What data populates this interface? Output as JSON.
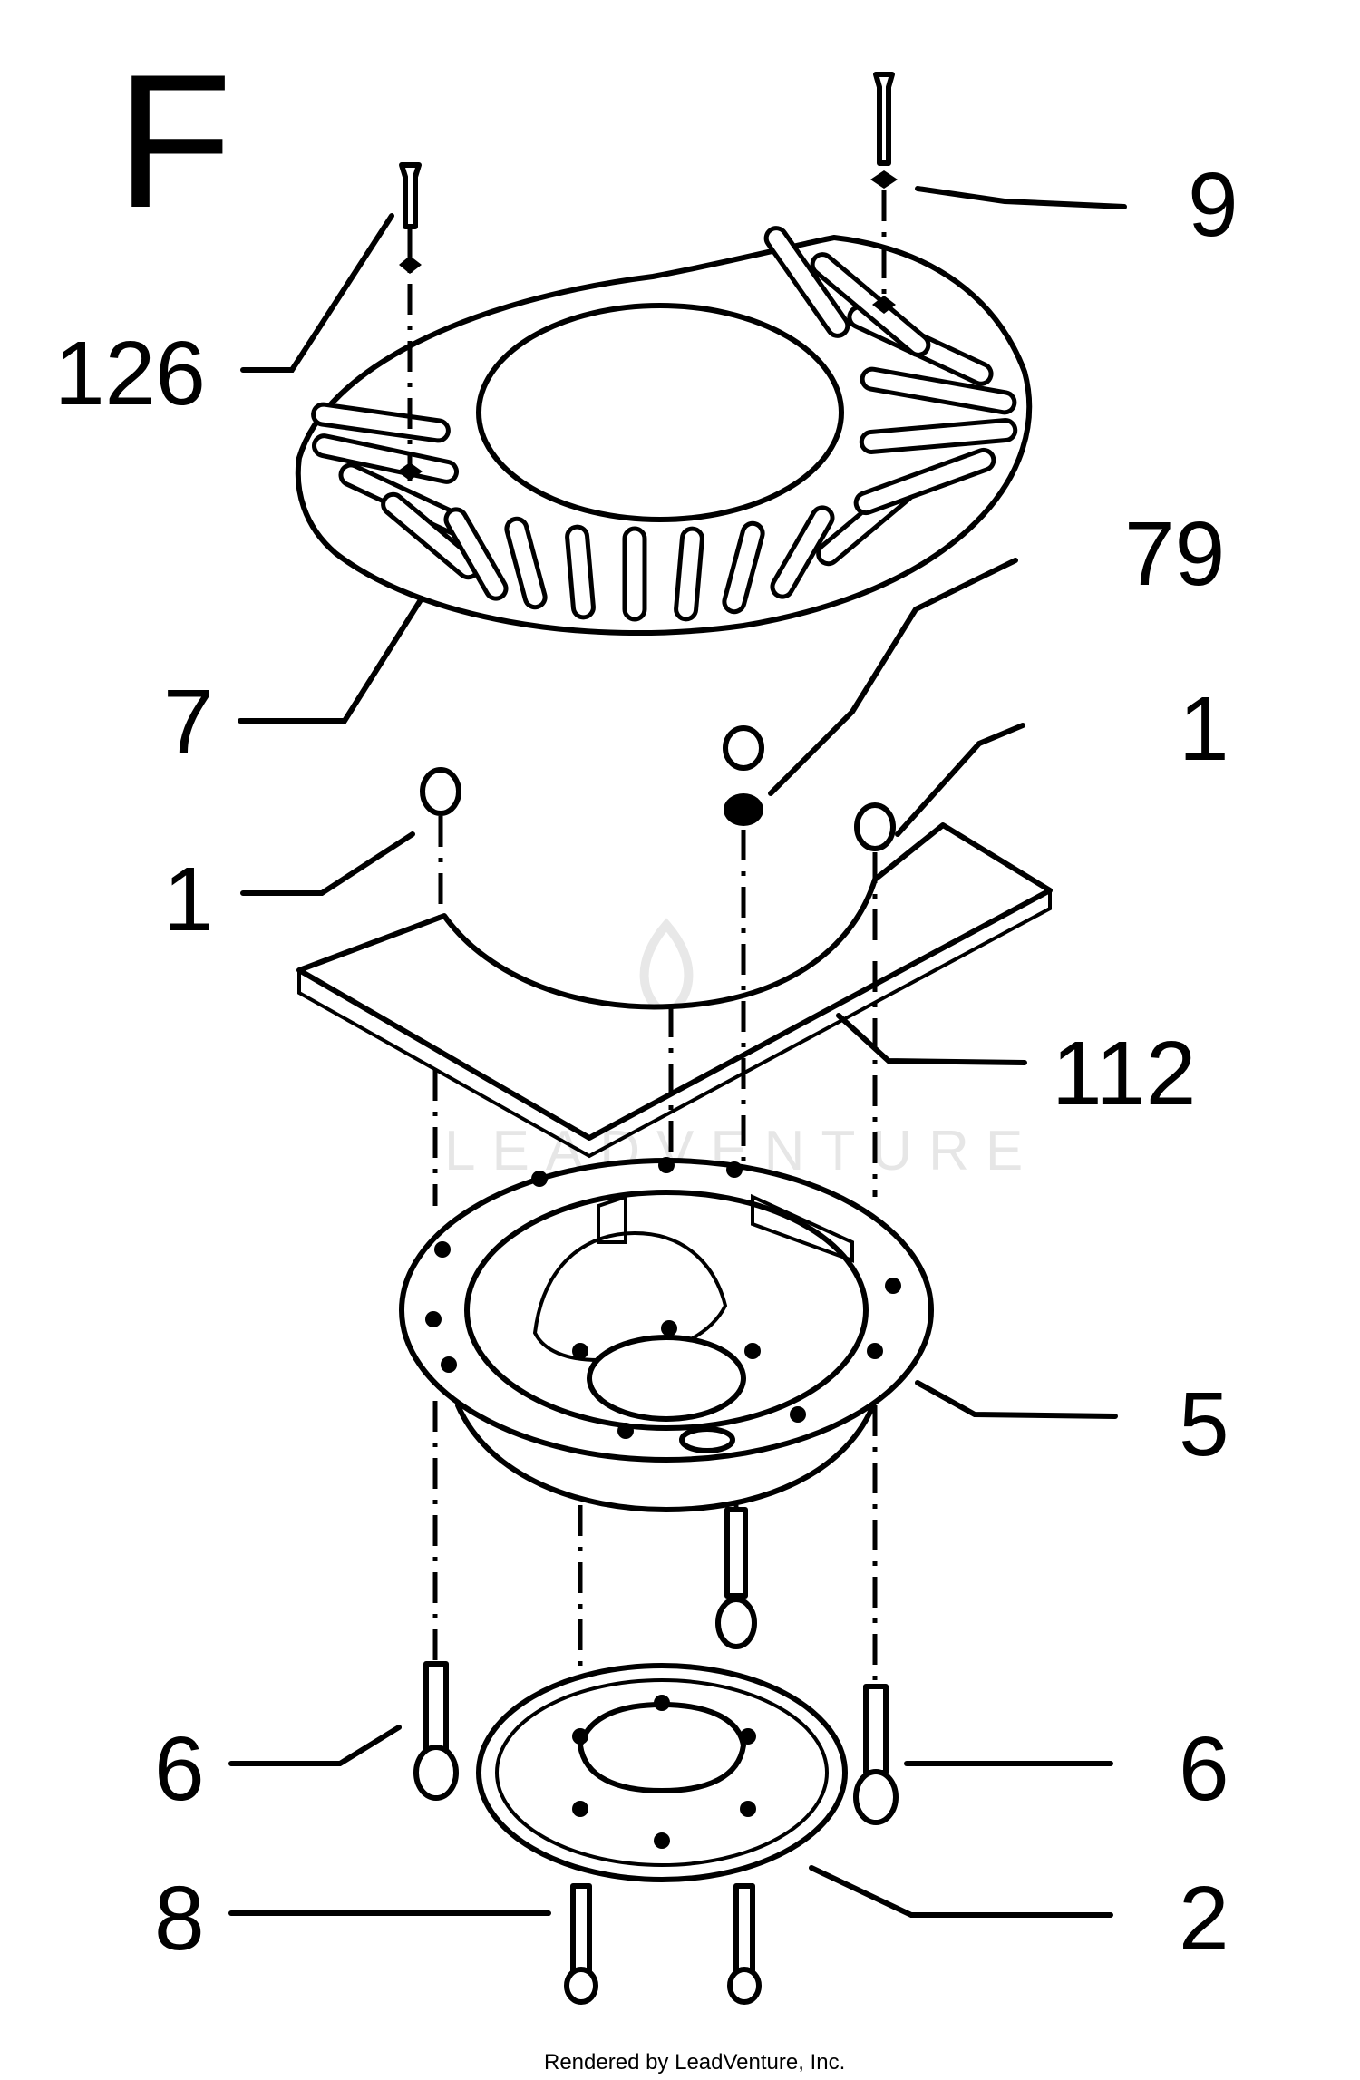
{
  "diagram": {
    "section_label": "F",
    "callouts": [
      {
        "id": "126",
        "text": "126"
      },
      {
        "id": "9",
        "text": "9"
      },
      {
        "id": "79",
        "text": "79"
      },
      {
        "id": "7",
        "text": "7"
      },
      {
        "id": "1-right",
        "text": "1"
      },
      {
        "id": "1-left",
        "text": "1"
      },
      {
        "id": "112",
        "text": "112"
      },
      {
        "id": "5",
        "text": "5"
      },
      {
        "id": "6-left",
        "text": "6"
      },
      {
        "id": "6-right",
        "text": "6"
      },
      {
        "id": "8",
        "text": "8"
      },
      {
        "id": "2",
        "text": "2"
      }
    ],
    "watermark": "LEADVENTURE",
    "footer": "Rendered by LeadVenture, Inc."
  }
}
